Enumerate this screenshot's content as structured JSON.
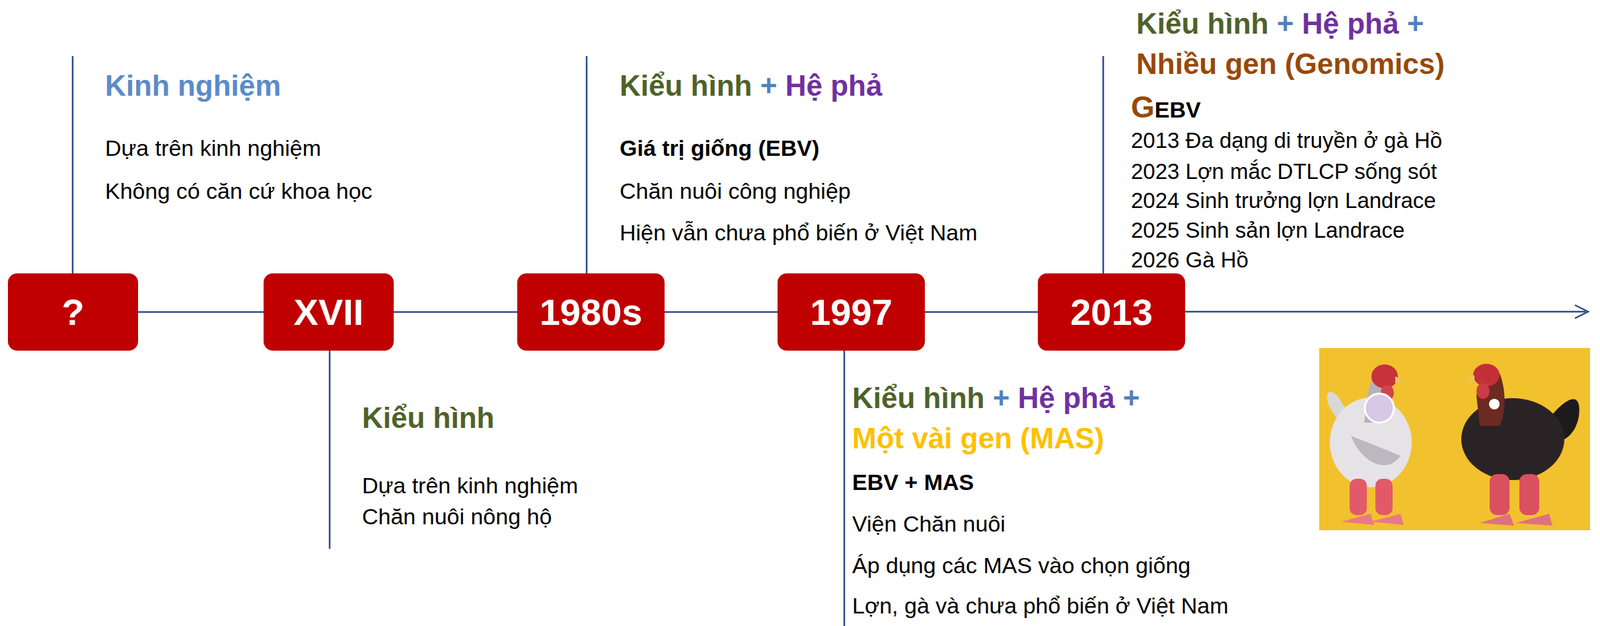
{
  "diagram": {
    "nodes": [
      {
        "text": [
          "?"
        ]
      },
      {
        "text": [
          "XVII"
        ]
      },
      {
        "text": [
          "1980s"
        ]
      },
      {
        "text": [
          "1997"
        ]
      },
      {
        "text": [
          "2013"
        ]
      }
    ],
    "edges": [
      {
        "from": 0,
        "to": 1,
        "arrow": "none"
      },
      {
        "from": 1,
        "to": 2,
        "arrow": "none"
      },
      {
        "from": 2,
        "to": 3,
        "arrow": "none"
      },
      {
        "from": 3,
        "to": 4,
        "arrow": "none"
      }
    ],
    "labels": [
      "Kinh nghiệm",
      "Dựa trên kinh nghiệm",
      "Không có căn cứ khoa học",
      "Kiểu hình",
      "Dựa trên kinh nghiệm",
      "Chăn nuôi nông hộ",
      "Kiểu hình",
      "+",
      "Hệ phả",
      "Giá trị giống (EBV)",
      "Chăn nuôi công nghiệp",
      "Hiện vẫn chưa phổ biến ở Việt Nam",
      "Kiểu hình",
      "+",
      "Hệ phả",
      "+",
      "Một vài gen (MAS)",
      "EBV + MAS",
      "Viện Chăn nuôi",
      "Áp dụng các MAS vào chọn giống",
      "Lợn, gà và chưa phổ biến ở Việt Nam",
      "Kiểu hình",
      "+",
      "Hệ phả",
      "+",
      "Nhiều gen (Genomics)",
      "G",
      "EBV",
      "2013 Đa dạng di truyền ở gà Hồ",
      "2023 Lợn mắc DTLCP sống sót",
      "2024 Sinh trưởng lợn Landrace",
      "2025 Sinh sản lợn Landrace",
      "2026 Gà Hồ"
    ]
  }
}
